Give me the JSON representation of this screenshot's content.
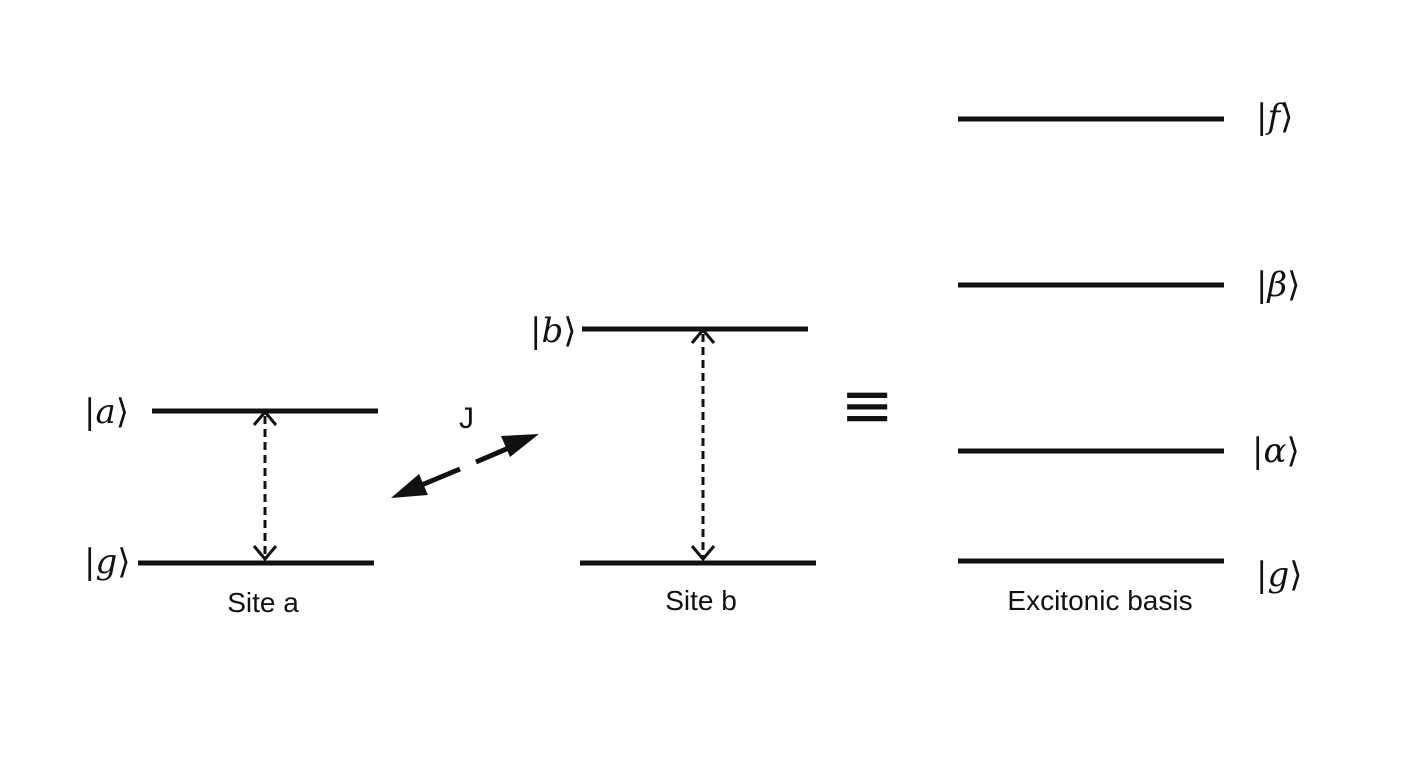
{
  "site_a": {
    "excited_label": "a",
    "ground_label": "g",
    "caption": "Site a"
  },
  "site_b": {
    "excited_label": "b",
    "caption": "Site b"
  },
  "coupling": {
    "label": "J"
  },
  "equivalence_symbol": "≡",
  "excitonic": {
    "levels": [
      "f",
      "β",
      "α",
      "g"
    ],
    "caption": "Excitonic basis"
  },
  "colors": {
    "line": "#111111",
    "background": "#ffffff"
  },
  "icons": {
    "coupling_arrow": "double-headed-dashed-arrow",
    "transition_arrow": "dashed-double-arrow"
  }
}
